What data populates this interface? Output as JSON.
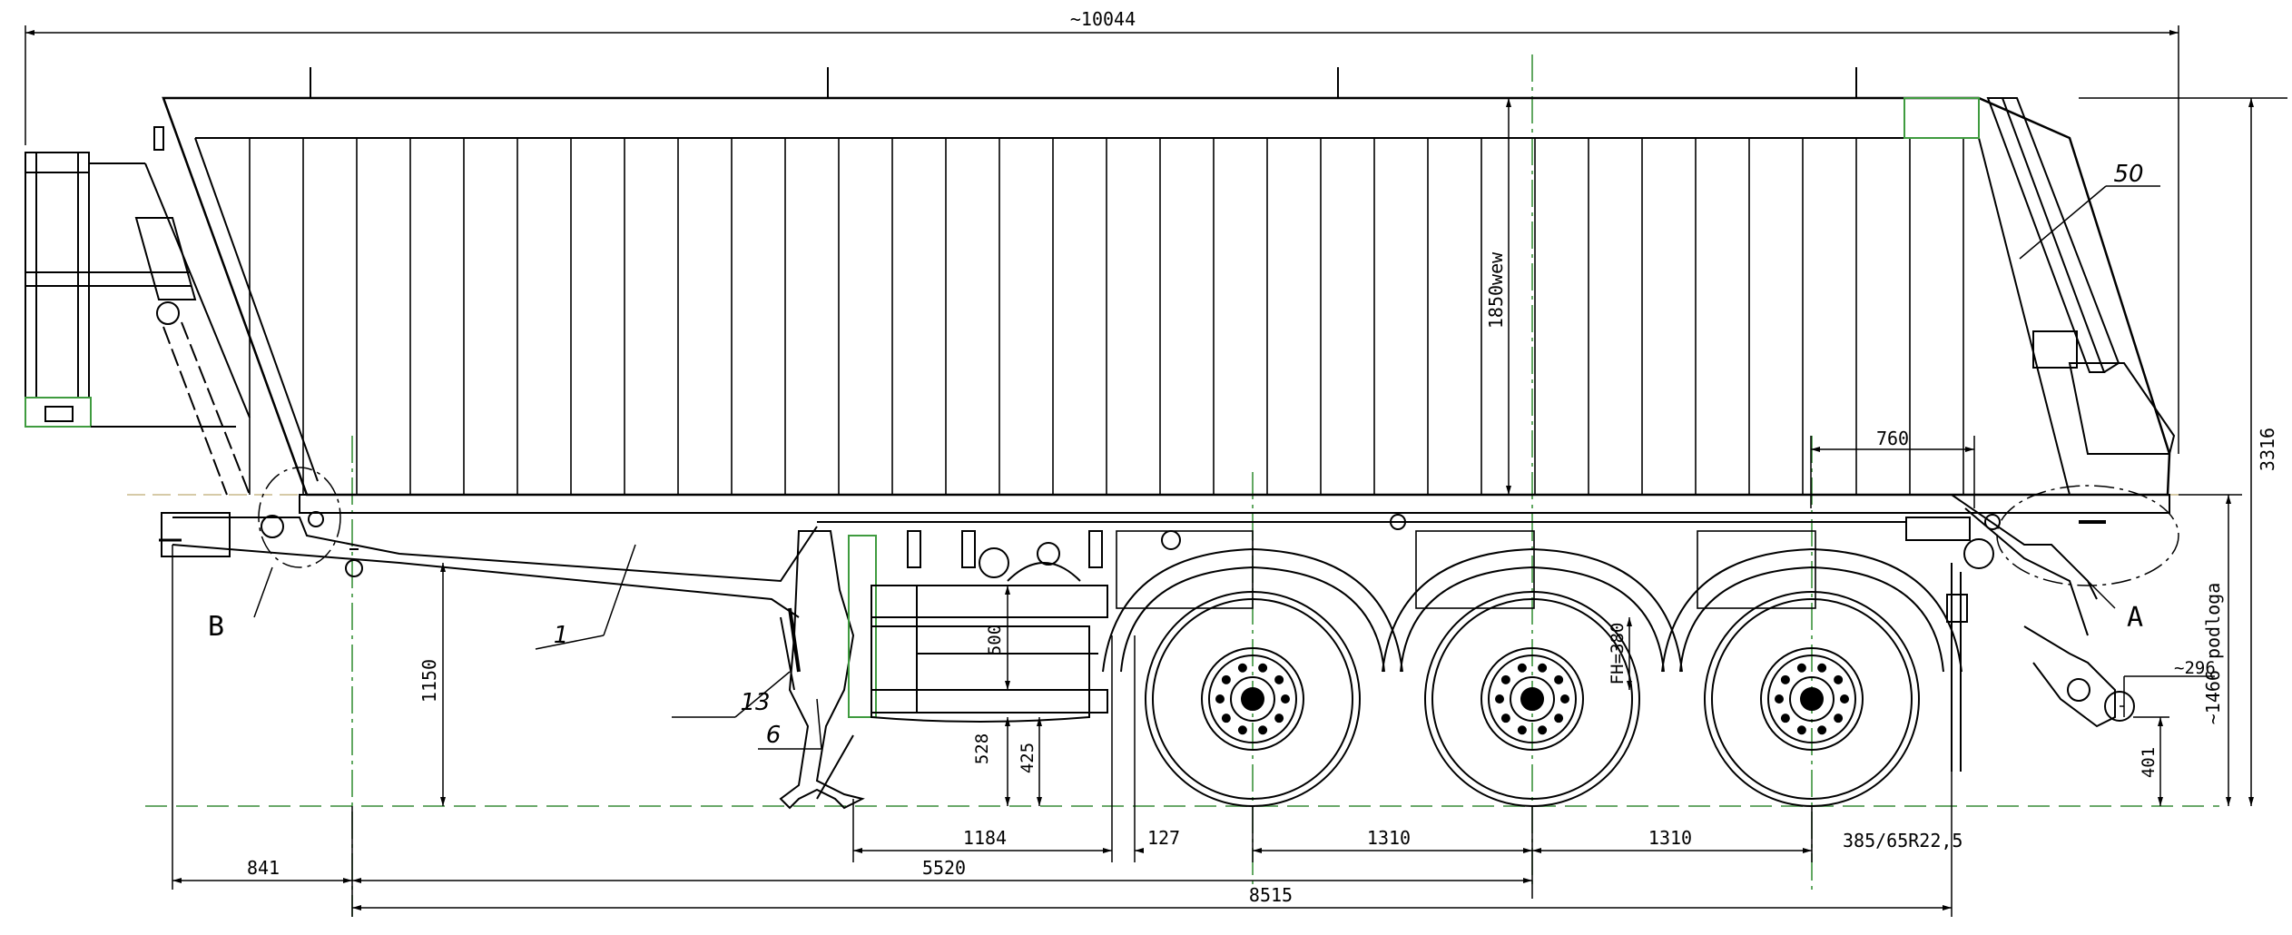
{
  "colors": {
    "line": "#000000",
    "accent": "#3f9b3f",
    "centerline": "#2e8b2e",
    "ground": "#6aa86a"
  },
  "dimensions": {
    "overall_length": "~10044",
    "inner_height": "1850wew",
    "height": "3316",
    "floor_height": "~1466 podloga",
    "width_760": "760",
    "fifth_wheel": "1150",
    "fh": "FH=380",
    "d500": "500",
    "d528": "528",
    "d425": "425",
    "d296": "~296",
    "d401": "401",
    "d1184": "1184",
    "d127": "127",
    "axle1": "1310",
    "axle2": "1310",
    "tyre": "385/65R22,5",
    "d841": "841",
    "d5520": "5520",
    "d8515": "8515"
  },
  "callouts": {
    "c50": "50",
    "c1": "1",
    "c13": "13",
    "c6": "6",
    "B": "B",
    "A": "A"
  }
}
